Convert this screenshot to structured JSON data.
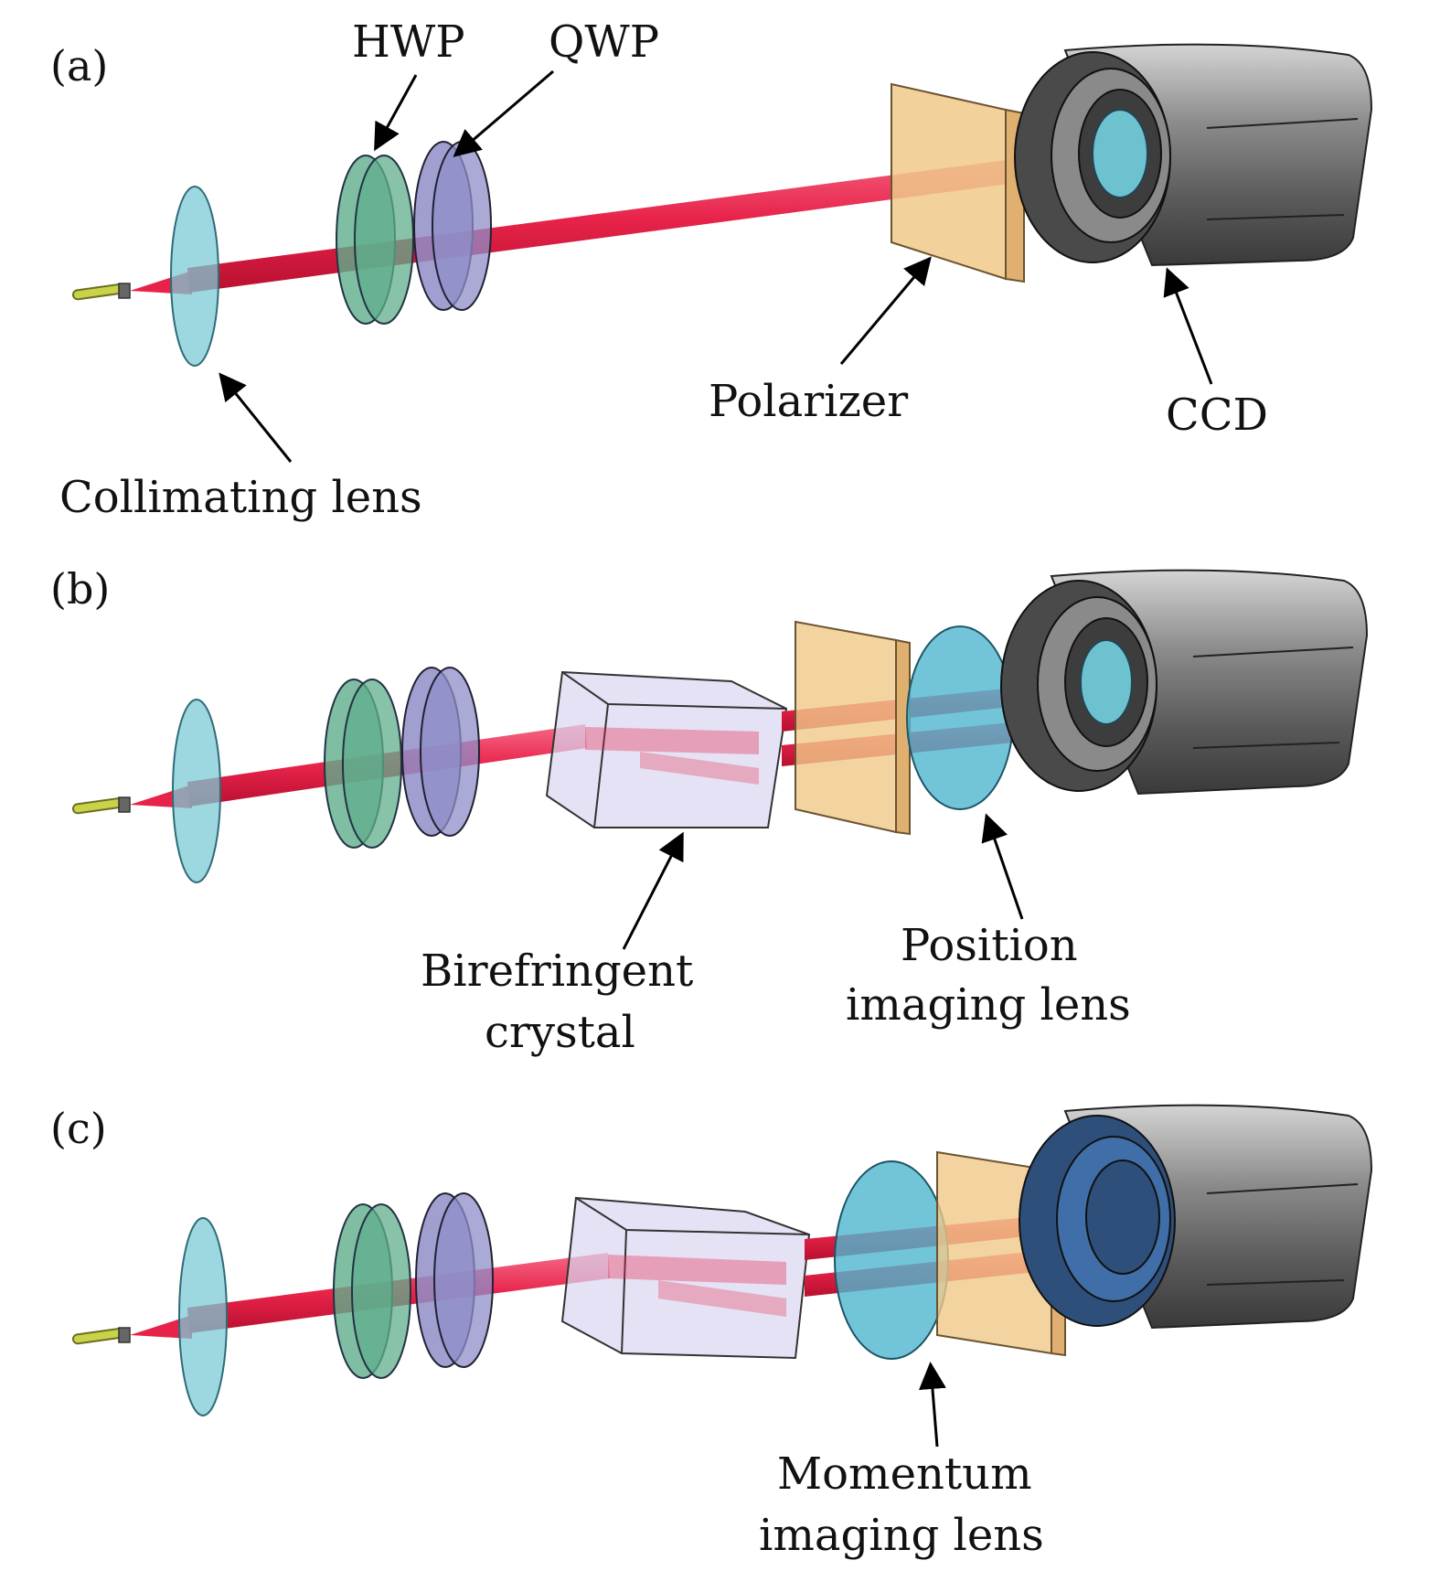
{
  "panels": [
    {
      "tag": "(a)"
    },
    {
      "tag": "(b)"
    },
    {
      "tag": "(c)"
    }
  ],
  "labels": {
    "hwp": "HWP",
    "qwp": "QWP",
    "polarizer": "Polarizer",
    "ccd": "CCD",
    "collimating_lens": "Collimating lens",
    "birefringent_line1": "Birefringent",
    "birefringent_line2": "crystal",
    "position_line1": "Position",
    "position_line2": "imaging lens",
    "momentum_line1": "Momentum",
    "momentum_line2": "imaging lens"
  },
  "colors": {
    "beam": "#e8234a",
    "collimating_lens": "#7ccbd6",
    "hwp": "#5fae8c",
    "qwp": "#8f8ec8",
    "polarizer": "#f0c98a",
    "crystal": "#d8d6f0",
    "imaging_lens": "#4fb6cf",
    "camera": "#6b6b6b",
    "fiber": "#c9d34a"
  }
}
